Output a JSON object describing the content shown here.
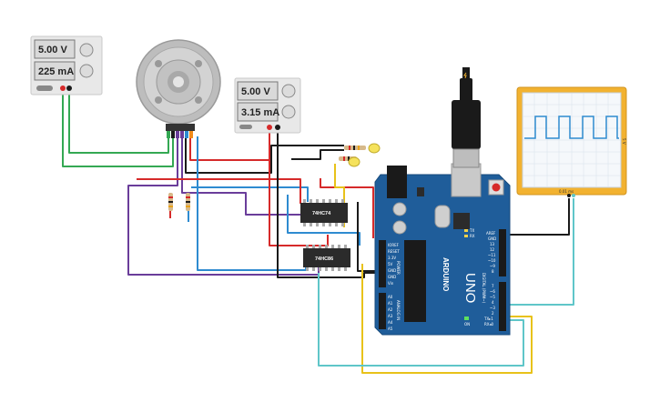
{
  "supplies": [
    {
      "voltage": "5.00 V",
      "current": "225 mA"
    },
    {
      "voltage": "5.00 V",
      "current": "3.15 mA"
    }
  ],
  "chips": [
    {
      "label": "74HC74"
    },
    {
      "label": "74HC86"
    }
  ],
  "arduino": {
    "brand": "ARDUINO",
    "model": "UNO",
    "analog_header": "ANALOG IN",
    "power_header": "POWER",
    "digital_header": "DIGITAL (PWM~)",
    "tx": "TX",
    "rx": "RX",
    "on": "ON",
    "power_pins": [
      "IOREF",
      "RESET",
      "3.3V",
      "5V",
      "GND",
      "GND",
      "Vin"
    ],
    "analog_pins": [
      "A0",
      "A1",
      "A2",
      "A3",
      "A4",
      "A5"
    ],
    "digital_pins_top": [
      "AREF",
      "GND",
      "13",
      "12",
      "~11",
      "~10",
      "~9",
      "8"
    ],
    "digital_pins_bottom": [
      "7",
      "~6",
      "~5",
      "4",
      "~3",
      "2",
      "TX▸1",
      "RX◂0"
    ]
  },
  "oscilloscope": {
    "time_label": "0.01 ms",
    "volt_label": "5 V"
  },
  "colors": {
    "board": "#1f5d9a",
    "wire_red": "#d62a2a",
    "wire_black": "#1a1a1a",
    "wire_green": "#34a853",
    "wire_purple": "#6a3d9a",
    "wire_blue": "#2e8bd0",
    "wire_cyan": "#5fc6c9",
    "wire_yellow": "#e8c21a",
    "scope_frame": "#f2b230",
    "scope_trace": "#2e8bd0"
  }
}
